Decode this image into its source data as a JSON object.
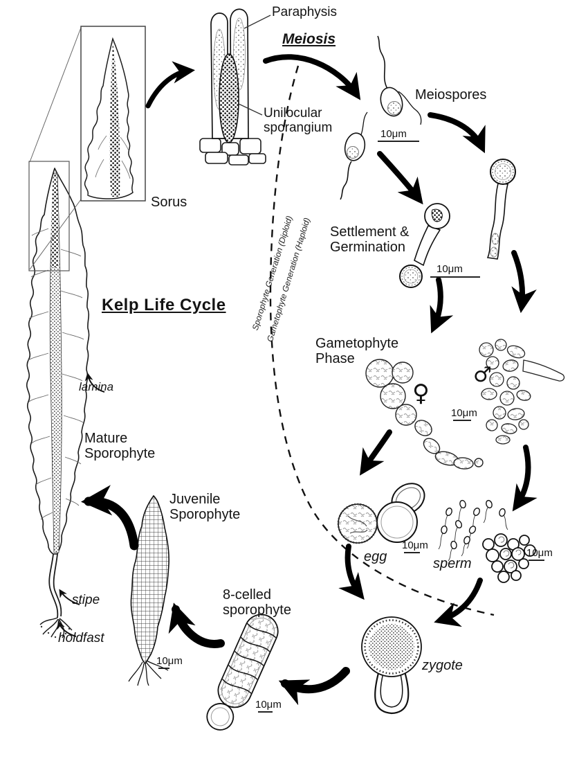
{
  "title": "Kelp Life Cycle",
  "labels": {
    "paraphysis": "Paraphysis",
    "meiosis": "Meiosis",
    "unilocular_sporangium": "Unilocular sporangium",
    "sorus": "Sorus",
    "meiospores": "Meiospores",
    "settlement_germination": "Settlement & Germination",
    "gametophyte_phase": "Gametophyte Phase",
    "egg": "egg",
    "sperm": "sperm",
    "zygote": "zygote",
    "eight_celled_sporophyte": "8-celled sporophyte",
    "juvenile_sporophyte": "Juvenile Sporophyte",
    "mature_sporophyte": "Mature Sporophyte",
    "lamina": "lamina",
    "stipe": "stipe",
    "holdfast": "holdfast"
  },
  "generations": {
    "sporophyte": "Sporophyte Generation (Diploid)",
    "gametophyte": "Gametophyte Generation (Haploid)"
  },
  "symbols": {
    "female": "♀",
    "male": "♂"
  },
  "scale_bars": [
    {
      "context": "meiospores",
      "label": "10μm"
    },
    {
      "context": "settlement-germination",
      "label": "10μm"
    },
    {
      "context": "gametophyte-phase",
      "label": "10μm"
    },
    {
      "context": "egg",
      "label": "10μm"
    },
    {
      "context": "sperm",
      "label": "10μm"
    },
    {
      "context": "8-celled-sporophyte",
      "label": "10μm"
    },
    {
      "context": "juvenile-sporophyte",
      "label": "10μm"
    }
  ],
  "colors": {
    "ink": "#111111",
    "background": "#ffffff"
  }
}
